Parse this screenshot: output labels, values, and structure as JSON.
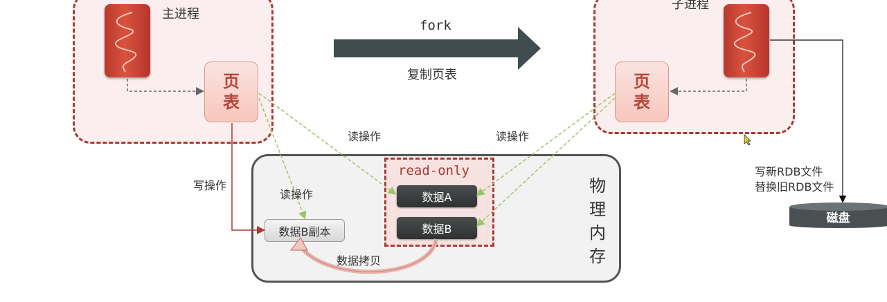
{
  "main_process": {
    "label": "主进程",
    "page_table": [
      "页",
      "表"
    ]
  },
  "child_process": {
    "label": "子进程",
    "page_table": [
      "页",
      "表"
    ]
  },
  "fork": {
    "label": "fork",
    "sublabel": "复制页表"
  },
  "operations": {
    "read_left": "读操作",
    "read_right": "读操作",
    "read_inner": "读操作",
    "write": "写操作",
    "copy": "数据拷贝"
  },
  "memory": {
    "label_chars": [
      "物",
      "理",
      "内",
      "存"
    ],
    "read_only_label": "read-only",
    "data_a": "数据A",
    "data_b": "数据B",
    "data_b_copy": "数据B副本"
  },
  "disk": {
    "write_line1": "写新RDB文件",
    "write_line2": "替换旧RDB文件",
    "label": "磁盘"
  },
  "colors": {
    "accent_red": "#a83b32",
    "process_bg": "#fbeeee",
    "dark_pill": "#3a3d3e",
    "green_dashed": "#9cc46a"
  }
}
